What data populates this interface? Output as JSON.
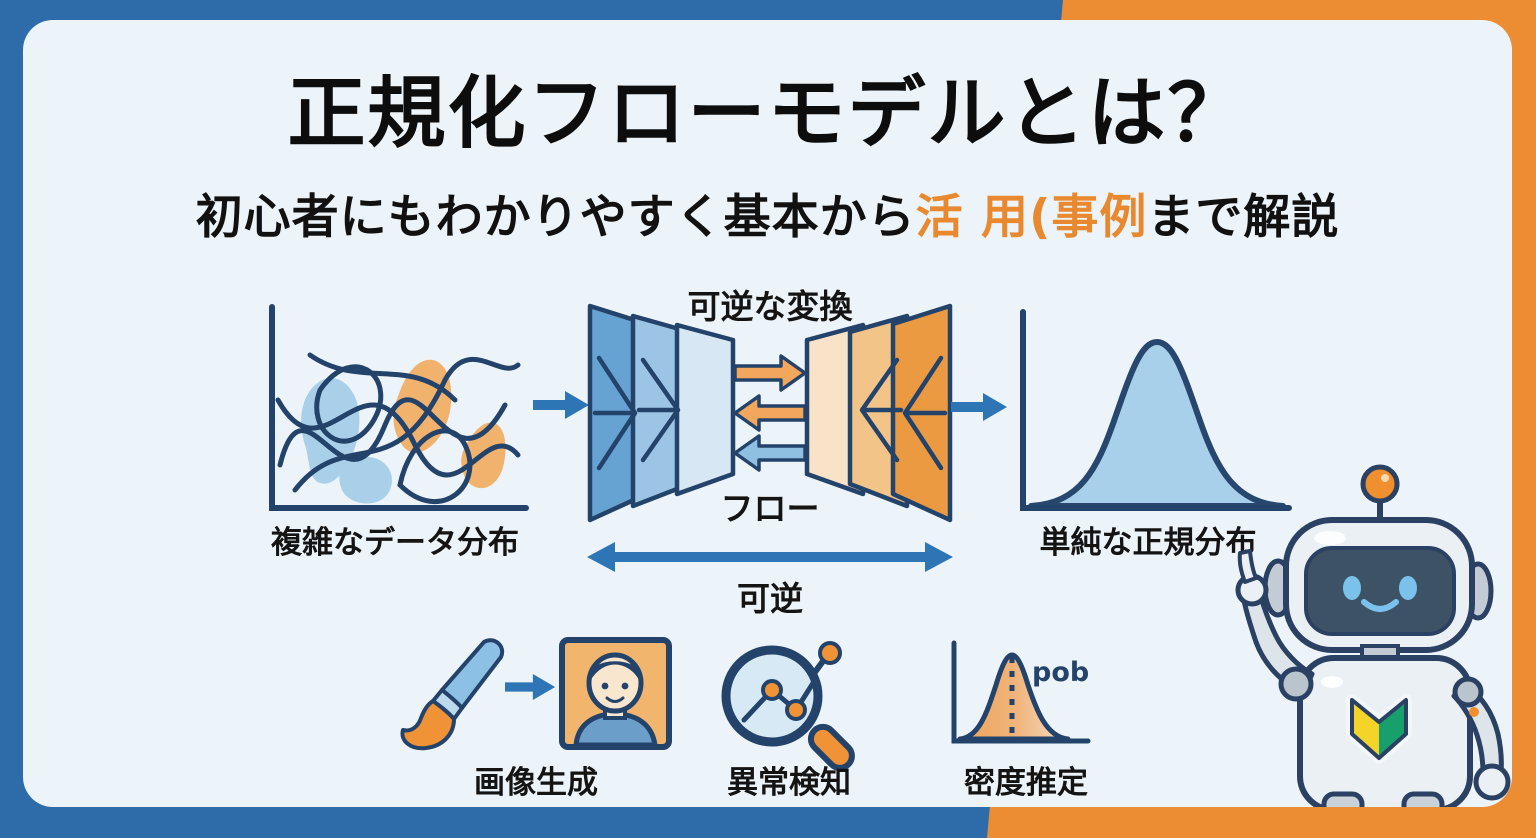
{
  "frame": {
    "blue": "#2d6ca8",
    "orange": "#ec8c33",
    "card_bg": "#edf4f9"
  },
  "header": {
    "title": "正規化フローモデルとは？",
    "subtitle_part1": "初心者にもわかりやすく基本から",
    "subtitle_highlight": "活 用(事例",
    "subtitle_part2": "まで解説",
    "highlight_color": "#e8892f"
  },
  "flow_diagram": {
    "left_chart_label": "複雑なデータ分布",
    "transform_label": "可逆な変換",
    "flow_label": "フロー",
    "invertible_label": "可逆",
    "right_chart_label": "単純な正規分布",
    "icons": [
      "complex-distribution-chart",
      "flow-layers-funnel",
      "forward-arrow",
      "backward-arrow",
      "normal-distribution-curve",
      "bidirectional-arrow"
    ]
  },
  "use_cases": [
    {
      "label": "画像生成",
      "icons": [
        "paintbrush-icon",
        "arrow-right-icon",
        "portrait-icon"
      ]
    },
    {
      "label": "異常検知",
      "icons": [
        "magnifier-anomaly-icon"
      ]
    },
    {
      "label": "密度推定",
      "icons": [
        "density-curve-icon"
      ],
      "annotation": "pob"
    }
  ],
  "mascot": {
    "icons": [
      "robot-mascot",
      "beginner-mark-badge",
      "antenna-icon"
    ]
  },
  "palette": {
    "outline_navy": "#24436b",
    "light_blue": "#aacfe9",
    "mid_blue": "#6aa5d6",
    "arrow_blue": "#2e75b5",
    "orange": "#ef9336",
    "light_orange": "#f5c189"
  }
}
